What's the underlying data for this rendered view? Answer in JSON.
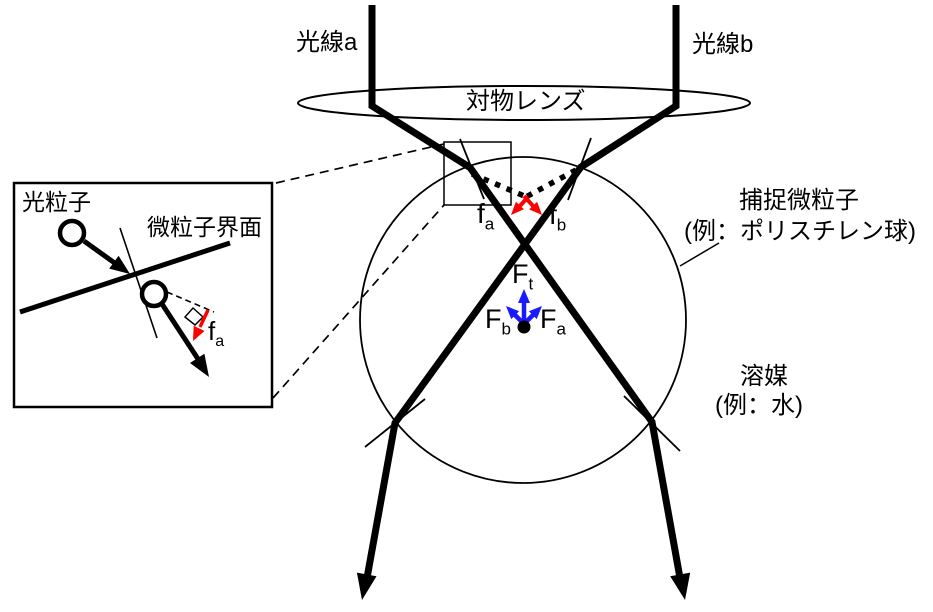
{
  "diagram": {
    "rays": {
      "a": "光線a",
      "b": "光線b"
    },
    "lens_label": "対物レンズ",
    "particle_label": {
      "line1": "捕捉微粒子",
      "line2": "(例：ポリスチレン球)"
    },
    "solvent_label": {
      "line1": "溶媒",
      "line2": "(例：水)"
    },
    "forces": {
      "fa": {
        "base": "f",
        "sub": "a"
      },
      "fb": {
        "base": "f",
        "sub": "b"
      },
      "Ft": {
        "base": "F",
        "sub": "t"
      },
      "Fb": {
        "base": "F",
        "sub": "b"
      },
      "Fa": {
        "base": "F",
        "sub": "a"
      }
    },
    "inset": {
      "photon_label": "光粒子",
      "interface_label": "微粒子界面",
      "fa": {
        "base": "f",
        "sub": "a"
      }
    },
    "colors": {
      "line": "#000000",
      "refraction_force": "#ff0000",
      "trap_force": "#1a1aff"
    }
  }
}
